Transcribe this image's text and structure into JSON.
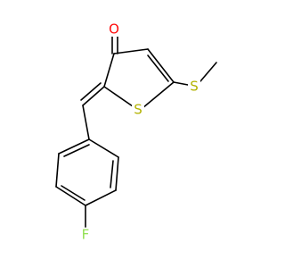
{
  "molecule": {
    "atoms": {
      "oxygen": {
        "symbol": "O",
        "color": "#ff0d0d"
      },
      "ring_sulfur": {
        "symbol": "S",
        "color": "#b2b200"
      },
      "methylthio_sulfur": {
        "symbol": "S",
        "color": "#b2b200"
      },
      "fluorine": {
        "symbol": "F",
        "color": "#90e050"
      }
    },
    "bond_color": "#000000"
  }
}
